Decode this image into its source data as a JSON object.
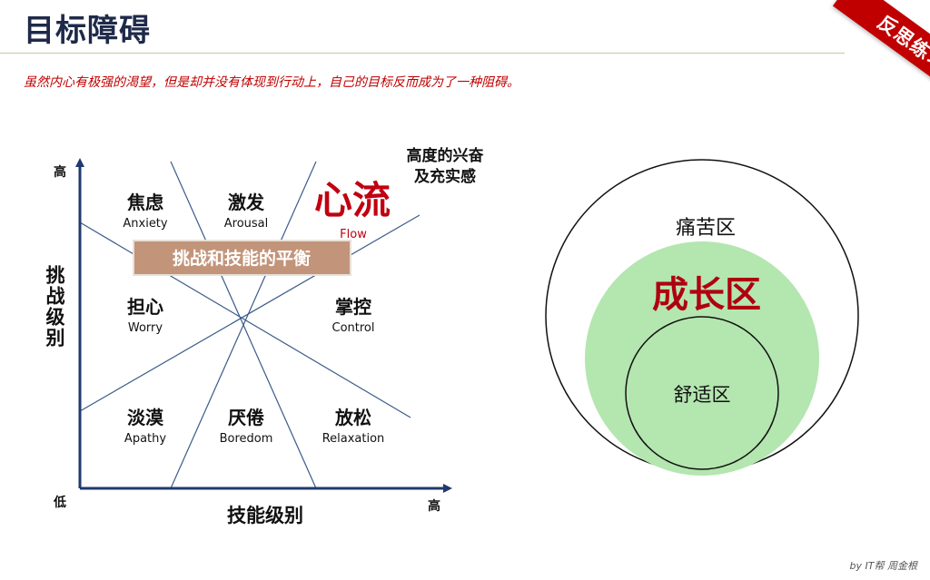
{
  "header": {
    "title": "目标障碍",
    "ribbon": "反思练习",
    "subtitle": "虽然内心有极强的渴望，但是却并没有体现到行动上，自己的目标反而成为了一种阻碍。"
  },
  "flow_chart": {
    "y_axis_label": "挑战级别",
    "x_axis_label": "技能级别",
    "y_high": "高",
    "x_high": "高",
    "origin_low": "低",
    "flow_note_line1": "高度的兴奋",
    "flow_note_line2": "及充实感",
    "banner": "挑战和技能的平衡",
    "flow": {
      "cn": "心流",
      "en": "Flow"
    },
    "zones": {
      "anxiety": {
        "cn": "焦虑",
        "en": "Anxiety"
      },
      "arousal": {
        "cn": "激发",
        "en": "Arousal"
      },
      "worry": {
        "cn": "担心",
        "en": "Worry"
      },
      "control": {
        "cn": "掌控",
        "en": "Control"
      },
      "apathy": {
        "cn": "淡漠",
        "en": "Apathy"
      },
      "boredom": {
        "cn": "厌倦",
        "en": "Boredom"
      },
      "relaxation": {
        "cn": "放松",
        "en": "Relaxation"
      }
    }
  },
  "zones_diagram": {
    "outer": "痛苦区",
    "middle": "成长区",
    "inner": "舒适区",
    "colors": {
      "middle_fill": "#b4e6b0",
      "middle_text": "#b00010"
    }
  },
  "footer": "by IT帮 周金根"
}
